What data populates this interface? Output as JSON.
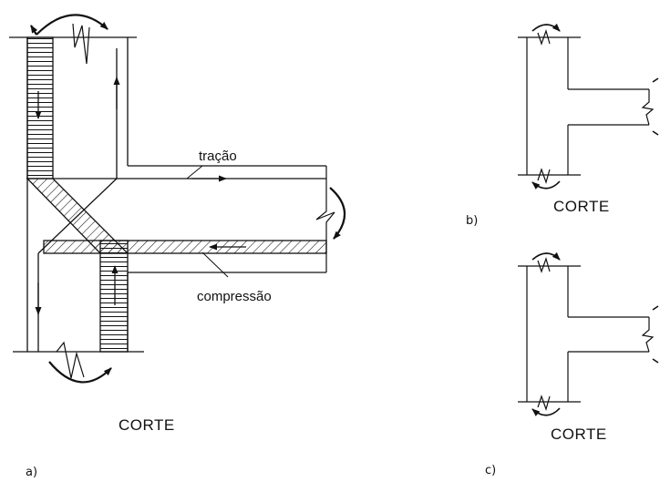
{
  "labels": {
    "tension": "tração",
    "compression": "compressão"
  },
  "figures": {
    "a": {
      "tag": "a)",
      "section": "CORTE"
    },
    "b": {
      "tag": "b)",
      "section": "CORTE"
    },
    "c": {
      "tag": "c)",
      "section": "CORTE"
    }
  },
  "colors": {
    "ink": "#111111",
    "background": "#ffffff"
  }
}
